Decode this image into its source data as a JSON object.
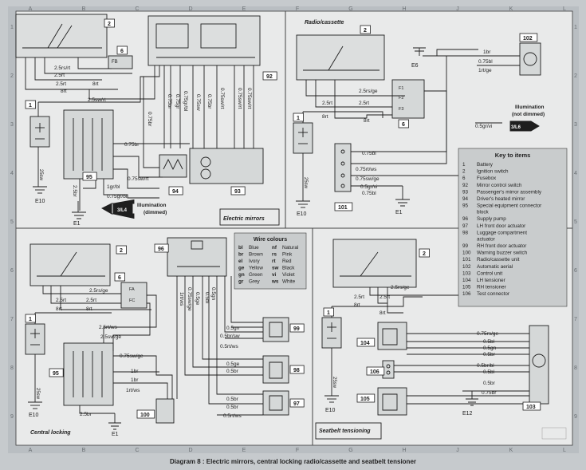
{
  "caption": "Diagram 8 : Electric mirrors, central locking radio/cassette and seatbelt tensioner",
  "grid": {
    "columns": [
      "A",
      "B",
      "C",
      "D",
      "E",
      "F",
      "G",
      "H",
      "J",
      "K",
      "L"
    ],
    "rows": [
      "1",
      "2",
      "3",
      "4",
      "5",
      "6",
      "7",
      "8",
      "9"
    ]
  },
  "panels": {
    "mirrors": "Electric mirrors",
    "radio": "Radio/cassette",
    "locking": "Central locking",
    "seatbelt": "Seatbelt tensioning"
  },
  "labels": {
    "illum_dimmed": [
      "Illumination",
      "(dimmed)"
    ],
    "illum_not_dimmed": [
      "Illumination",
      "(not dimmed)"
    ],
    "conn_l4": "3/L4",
    "conn_l6": "3/L6",
    "fuse_fb": "FB",
    "fuse_fa": "FA",
    "fuse_fc": "FC",
    "fuse_f1": "F1",
    "fuse_f2": "F2",
    "fuse_f3": "F3"
  },
  "components": {
    "battery": "1",
    "ignition": "2",
    "fusebox": "6",
    "mirror_switch": "92",
    "pass_mirror": "93",
    "heated_mirror": "94",
    "spec_equip": "95",
    "supply_pump": "96",
    "lh_door": "97",
    "luggage": "98",
    "rh_door": "99",
    "buzzer": "100",
    "radio": "101",
    "aerial": "102",
    "control_unit": "103",
    "lh_tensioner": "104",
    "rh_tensioner": "105",
    "test_conn": "106"
  },
  "earths": {
    "e10": "E10",
    "e1": "E1",
    "e6": "E6",
    "e12": "E12"
  },
  "wire_labels": {
    "mirrors": [
      "2.5rs/rt",
      "2.5rt",
      "2.5rt",
      "8rt",
      "8rt",
      "2.5sw/rt",
      "0.75br",
      "0.75br",
      "0.75sw/rt",
      "1gr/bl",
      "0.75gr/bl",
      "2.5br",
      "25sw",
      "0.75br",
      "0.75gr",
      "0.75gr/bl",
      "0.75sw",
      "0.75br",
      "0.75sw/rt",
      "0.75sw/rt"
    ],
    "radio": [
      "2.5rs/ge",
      "2.5rt",
      "2.5rt",
      "8rt",
      "8rt",
      "1br",
      "0.75bl",
      "1rt/ge",
      "0.5gr/vi",
      "0.75bl",
      "0.75rt/ws",
      "0.75sw/ge",
      "0.5gr/vi",
      "0.75bl",
      "25sw"
    ],
    "locking": [
      "2.5rs/ge",
      "2.5rt",
      "2.5rt",
      "8rt",
      "8rt",
      "2.5rt/ws",
      "2.5sw/ge",
      "0.75sw/ge",
      "1br",
      "1br",
      "1rt/ws",
      "2.5br",
      "25sw",
      "0.5gn",
      "0.5br/sw",
      "0.5rt/ws",
      "0.5ge",
      "0.5br",
      "0.5br",
      "0.5br",
      "0.5rt/ws",
      "1rt/ws",
      "0.75sw/ge",
      "0.5ge",
      "0.5bl",
      "0.5gn"
    ],
    "seatbelt": [
      "2.5rs/ge",
      "2.5rt",
      "2.5rt",
      "8rt",
      "8rt",
      "0.75rs/ge",
      "0.5bl",
      "0.5gn",
      "0.5br",
      "0.5br/bl",
      "0.5bl",
      "0.5br",
      "0.75br",
      "25sw"
    ]
  },
  "wire_colours": {
    "title": "Wire colours",
    "items": [
      [
        "bl",
        "Blue",
        "nf",
        "Natural"
      ],
      [
        "br",
        "Brown",
        "rs",
        "Pink"
      ],
      [
        "el",
        "Ivory",
        "rt",
        "Red"
      ],
      [
        "ge",
        "Yellow",
        "sw",
        "Black"
      ],
      [
        "gn",
        "Green",
        "vi",
        "Violet"
      ],
      [
        "gr",
        "Grey",
        "ws",
        "White"
      ]
    ]
  },
  "key": {
    "title": "Key to items",
    "items": [
      [
        "1",
        "Battery"
      ],
      [
        "2",
        "Ignition switch"
      ],
      [
        "6",
        "Fusebox"
      ],
      [
        "92",
        "Mirror control switch"
      ],
      [
        "93",
        "Passenger's mirror assembly"
      ],
      [
        "94",
        "Driver's heated mirror"
      ],
      [
        "95",
        "Special equipment connector block"
      ],
      [
        "96",
        "Supply pump"
      ],
      [
        "97",
        "LH front door actuator"
      ],
      [
        "98",
        "Luggage compartment actuator"
      ],
      [
        "99",
        "RH front door actuator"
      ],
      [
        "100",
        "Warning buzzer switch"
      ],
      [
        "101",
        "Radio/cassette unit"
      ],
      [
        "102",
        "Automatic aerial"
      ],
      [
        "103",
        "Control unit"
      ],
      [
        "104",
        "LH tensioner"
      ],
      [
        "105",
        "RH tensioner"
      ],
      [
        "106",
        "Test connector"
      ]
    ]
  },
  "colors": {
    "paper": "#e9eaea",
    "frame": "#b9bec2",
    "ink": "#1e1e1e",
    "legend_bg": "#c9cccd"
  }
}
